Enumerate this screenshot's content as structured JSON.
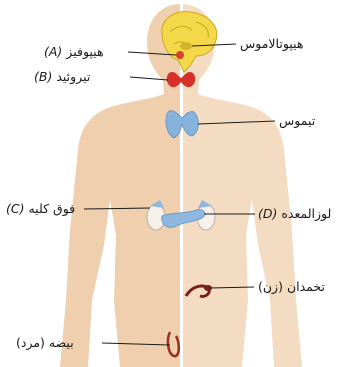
{
  "labels": {
    "hypothalamus": "هیپوتالاموس",
    "pituitary": "هیپوفیز",
    "pituitary_tag": "(A)",
    "thyroid": "تیروئید",
    "thyroid_tag": "(B)",
    "thymus": "تیموس",
    "adrenal": "فوق کلیه",
    "adrenal_tag": "(C)",
    "pancreas": "لوزالمعده",
    "pancreas_tag": "(D)",
    "ovary": "تخمدان (زن)",
    "testis": "بیضه (مرد)"
  },
  "colors": {
    "skin_male": "#efcfae",
    "skin_female": "#f4dcc2",
    "brain": "#f3d94a",
    "pituitary": "#d8402c",
    "thyroid": "#d8312c",
    "thymus": "#86b3dc",
    "kidney": "#f5f0ea",
    "pancreas": "#8fb8e0",
    "ovary": "#7a1e18",
    "testis": "#9a3020",
    "divider": "#ffffff",
    "leader_line": "#1a1a1a"
  }
}
